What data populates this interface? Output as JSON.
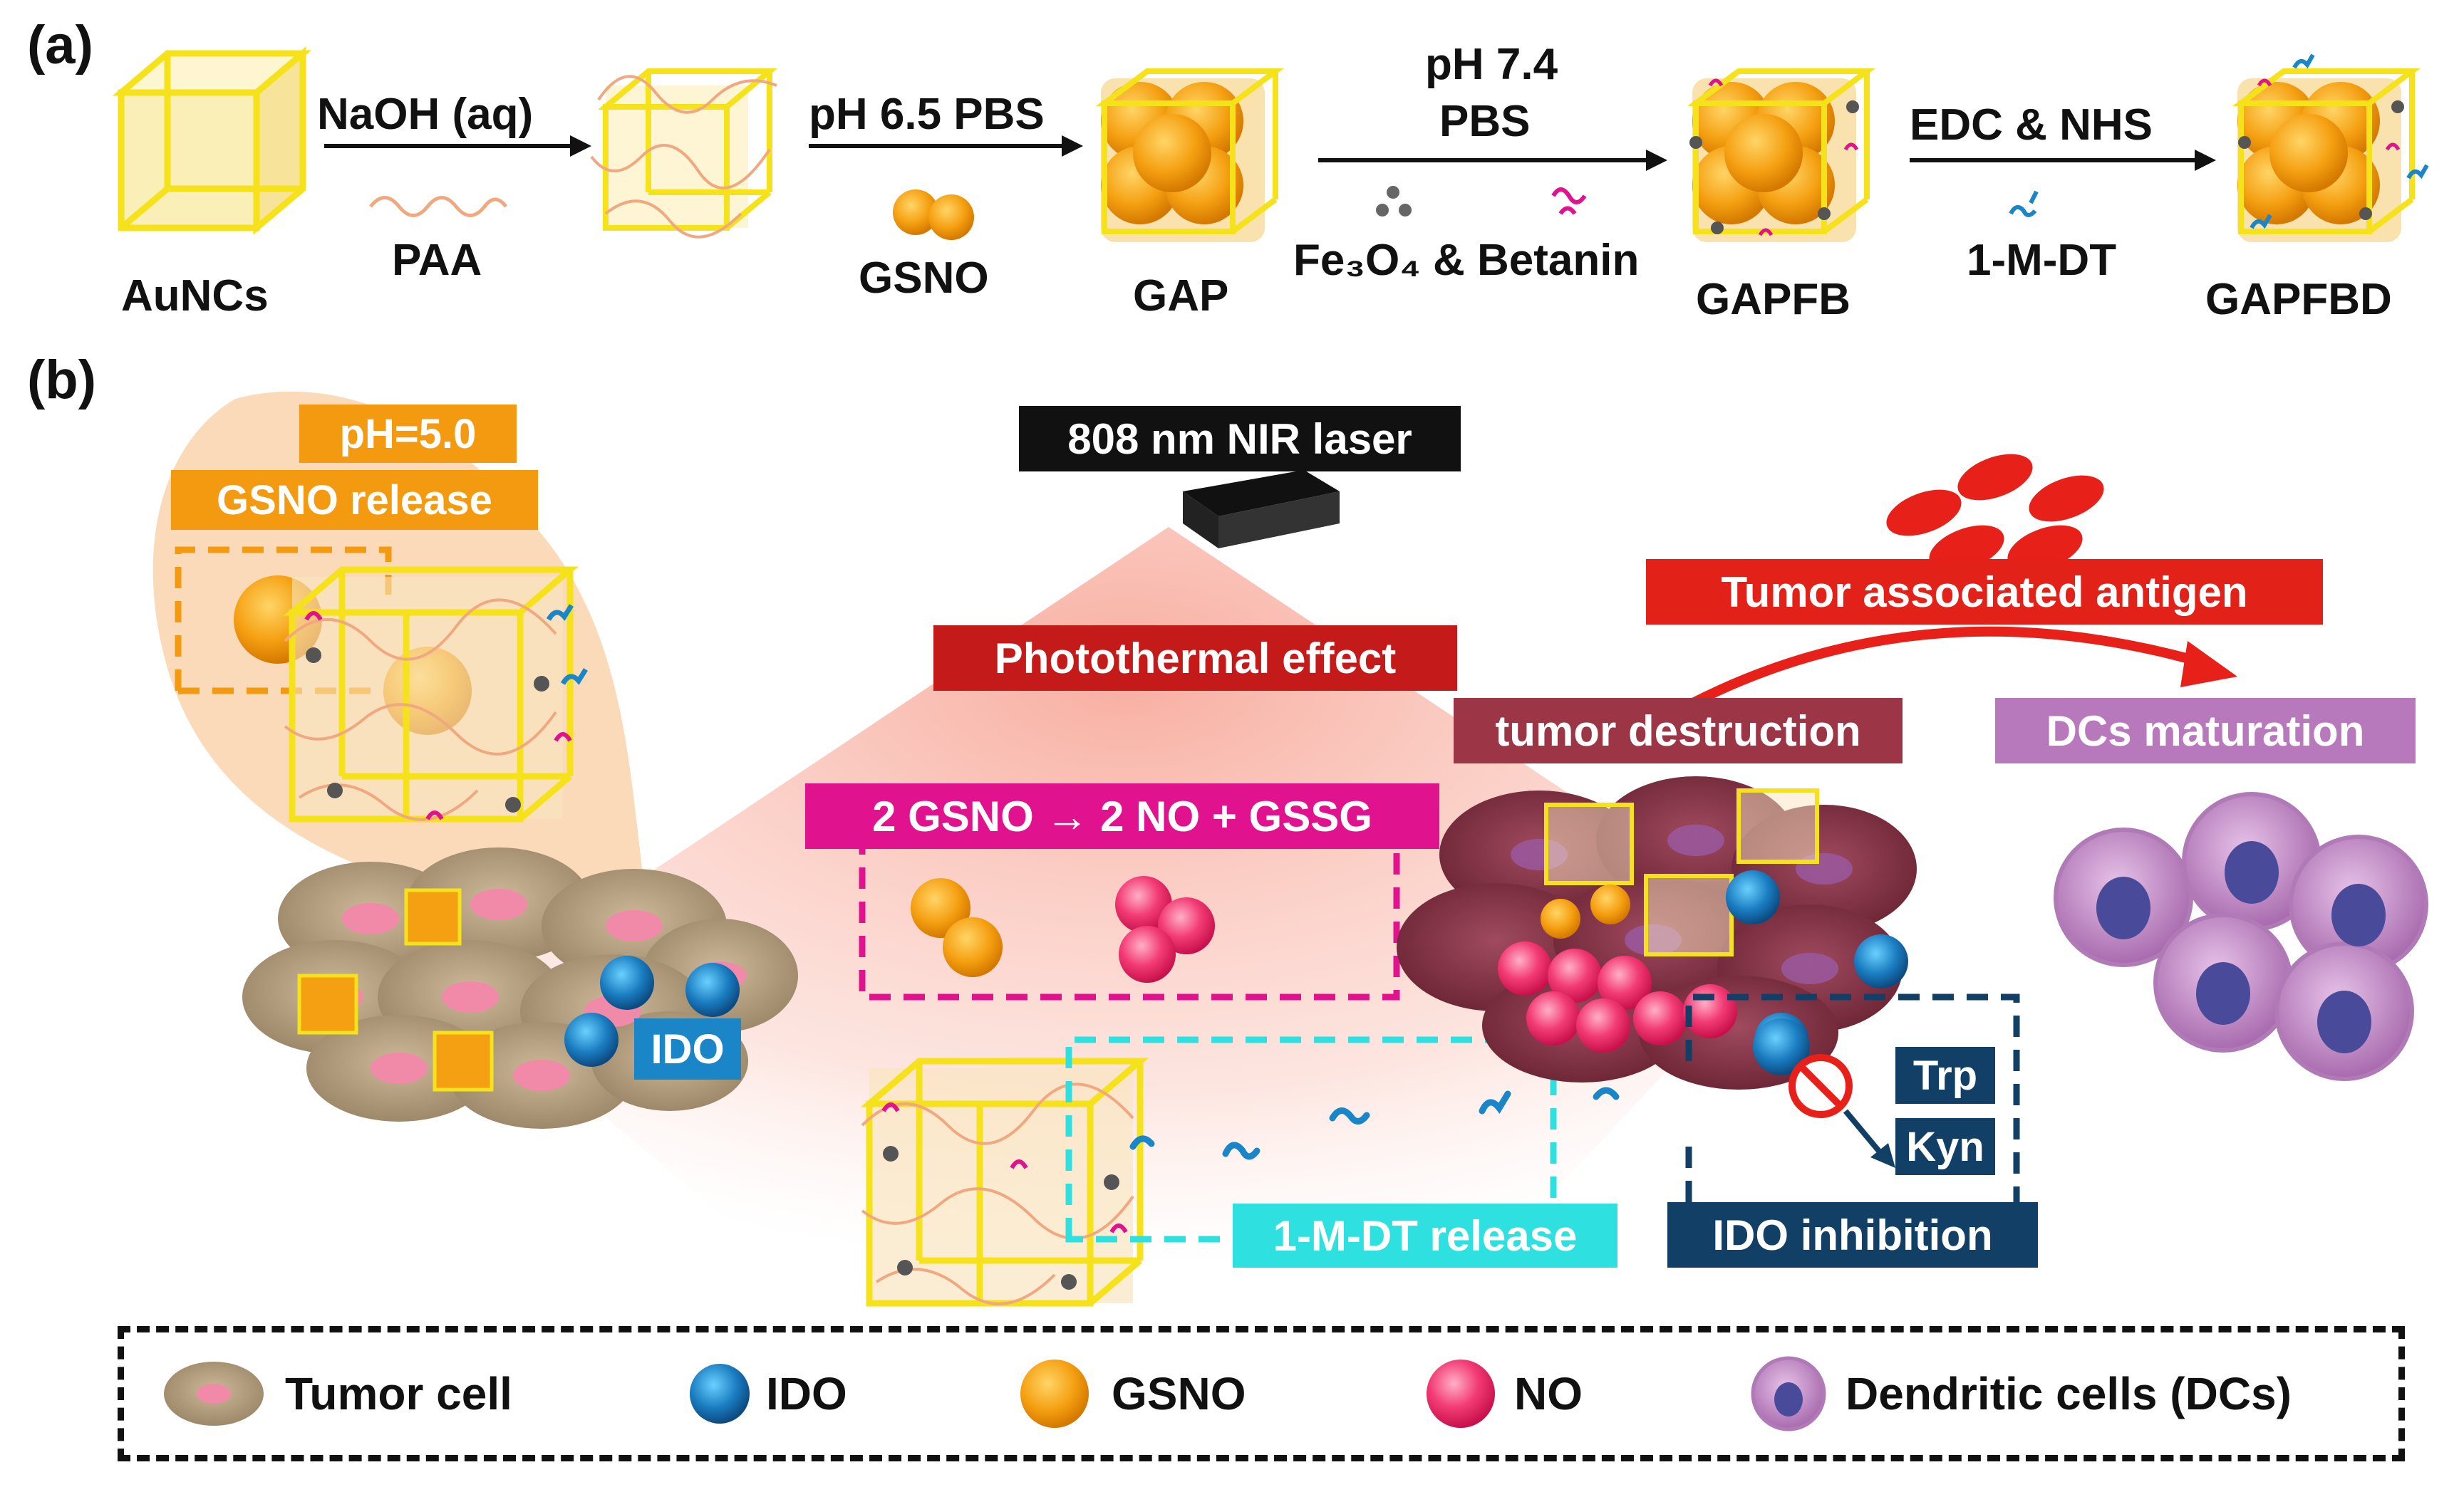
{
  "panels": {
    "a": "(a)",
    "b": "(b)"
  },
  "synthesis": {
    "aunc": "AuNCs",
    "naoh": "NaOH (aq)",
    "paa": "PAA",
    "pbs65": "pH 6.5 PBS",
    "gsno": "GSNO",
    "gap": "GAP",
    "ph74": "pH 7.4",
    "pbs": "PBS",
    "fe3o4_betanin": "Fe₃O₄ & Betanin",
    "gapfb": "GAPFB",
    "edc_nhs": "EDC & NHS",
    "mdt": "1-M-DT",
    "gapfbd": "GAPFBD"
  },
  "mechanism": {
    "ph5": "pH=5.0",
    "gsno_release": "GSNO release",
    "laser": "808 nm NIR laser",
    "photothermal": "Photothermal effect",
    "reaction": "2 GSNO → 2 NO + GSSG",
    "ido": "IDO",
    "mdt_release": "1-M-DT release",
    "tumor_destruction": "tumor destruction",
    "tumor_antigen": "Tumor associated antigen",
    "dcs_maturation": "DCs maturation",
    "trp": "Trp",
    "kyn": "Kyn",
    "ido_inhibition": "IDO inhibition"
  },
  "legend": {
    "tumor_cell": "Tumor cell",
    "ido": "IDO",
    "gsno": "GSNO",
    "no": "NO",
    "dc": "Dendritic cells (DCs)"
  },
  "colors": {
    "gold_frame": "#f5e21a",
    "gsno_orange": "#f39a10",
    "no_pink": "#f0306e",
    "magenta_box": "#e0128e",
    "cyan_box": "#2ee0e0",
    "navy_box": "#123f66",
    "red_box": "#e22118",
    "maroon_box": "#9c3646",
    "purple_box": "#b878bc",
    "ido_blue": "#1a86c8"
  }
}
